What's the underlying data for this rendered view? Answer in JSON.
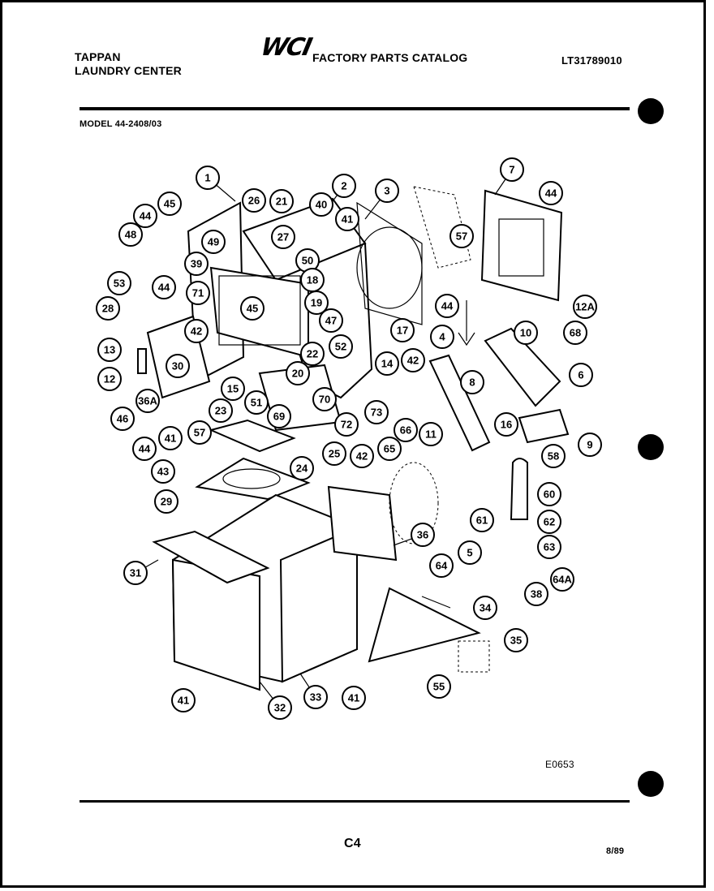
{
  "header": {
    "brand_line1": "TAPPAN",
    "brand_line2": "LAUNDRY CENTER",
    "logo_text": "WCI",
    "catalog_title": "FACTORY PARTS CATALOG",
    "catalog_number": "LT31789010",
    "model": "MODEL 44-2408/03"
  },
  "footer": {
    "figure_code": "E0653",
    "page_number": "C4",
    "date": "8/89"
  },
  "callouts": [
    "1",
    "26",
    "21",
    "2",
    "3",
    "40",
    "41",
    "45",
    "44",
    "48",
    "49",
    "27",
    "50",
    "39",
    "18",
    "53",
    "71",
    "45",
    "19",
    "44",
    "47",
    "28",
    "42",
    "52",
    "22",
    "17",
    "13",
    "30",
    "14",
    "42",
    "4",
    "20",
    "12",
    "15",
    "23",
    "70",
    "73",
    "36A",
    "51",
    "69",
    "72",
    "46",
    "57",
    "25",
    "41",
    "24",
    "44",
    "42",
    "43",
    "29",
    "66",
    "65",
    "11",
    "7",
    "44",
    "57",
    "44",
    "12A",
    "68",
    "10",
    "6",
    "8",
    "16",
    "9",
    "58",
    "60",
    "61",
    "62",
    "63",
    "5",
    "64",
    "64A",
    "38",
    "36",
    "34",
    "35",
    "55",
    "31",
    "41",
    "32",
    "33",
    "41"
  ]
}
